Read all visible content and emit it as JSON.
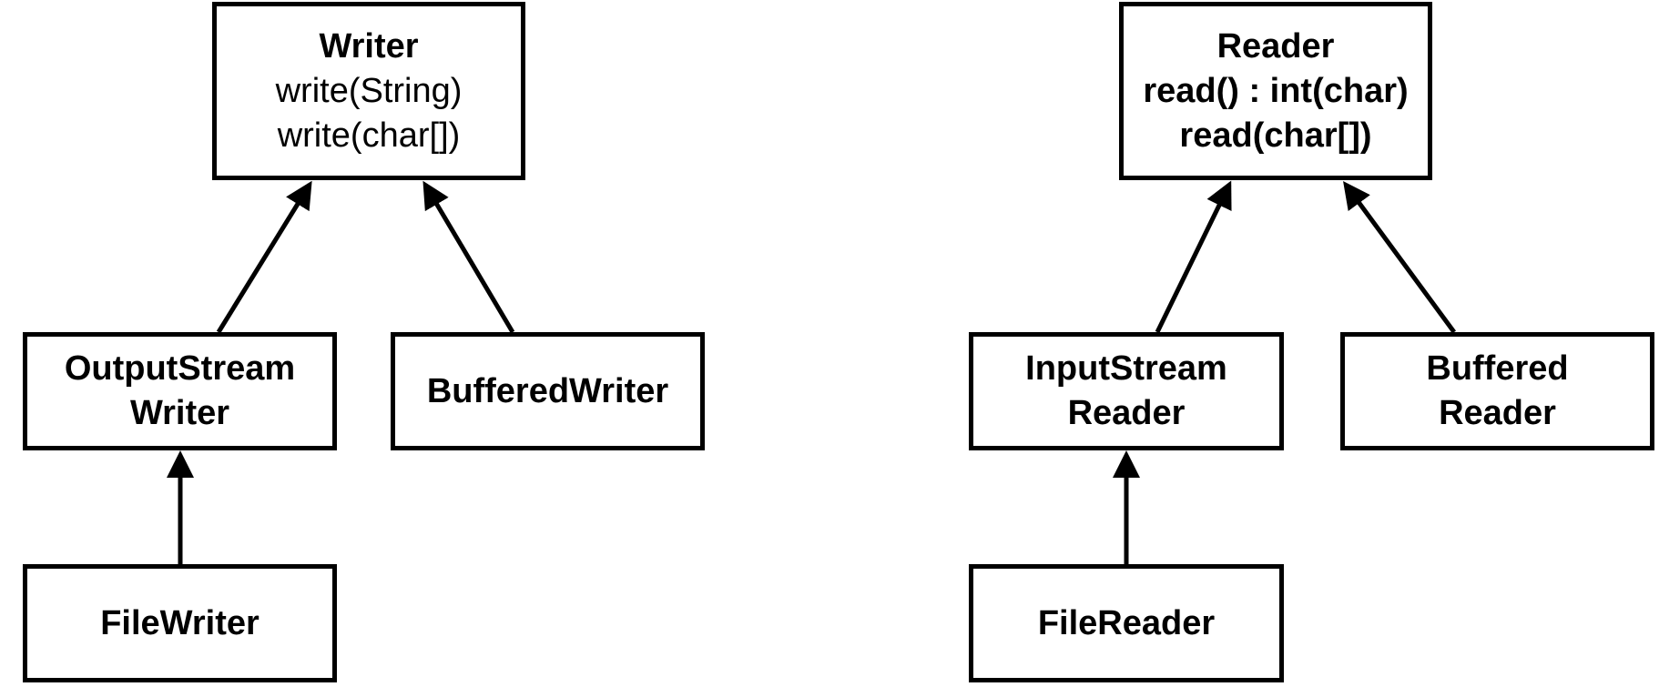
{
  "writer_hierarchy": {
    "writer": {
      "title": "Writer",
      "methods": [
        "write(String)",
        "write(char[])"
      ]
    },
    "output_stream_writer": {
      "lines": [
        "OutputStream",
        "Writer"
      ]
    },
    "buffered_writer": {
      "lines": [
        "BufferedWriter"
      ]
    },
    "file_writer": {
      "lines": [
        "FileWriter"
      ]
    }
  },
  "reader_hierarchy": {
    "reader": {
      "title": "Reader",
      "methods": [
        "read() : int(char)",
        "read(char[])"
      ]
    },
    "input_stream_reader": {
      "lines": [
        "InputStream",
        "Reader"
      ]
    },
    "buffered_reader": {
      "lines": [
        "Buffered",
        "Reader"
      ]
    },
    "file_reader": {
      "lines": [
        "FileReader"
      ]
    }
  },
  "colors": {
    "stroke": "#000000",
    "background": "#ffffff"
  }
}
